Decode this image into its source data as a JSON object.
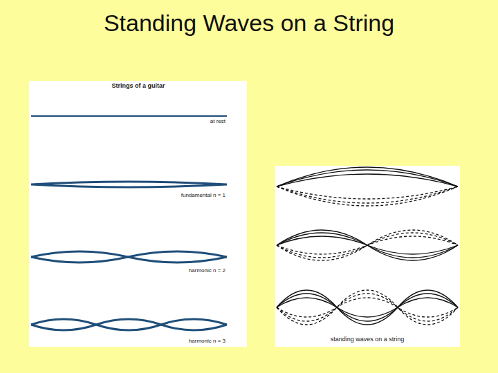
{
  "diagram": {
    "title": "Standing Waves on a String",
    "labels": [
      "Strings of a guitar",
      "at rest",
      "fundamental n = 1",
      "harmonic n = 2",
      "harmonic n = 3",
      "standing waves on a string"
    ]
  }
}
